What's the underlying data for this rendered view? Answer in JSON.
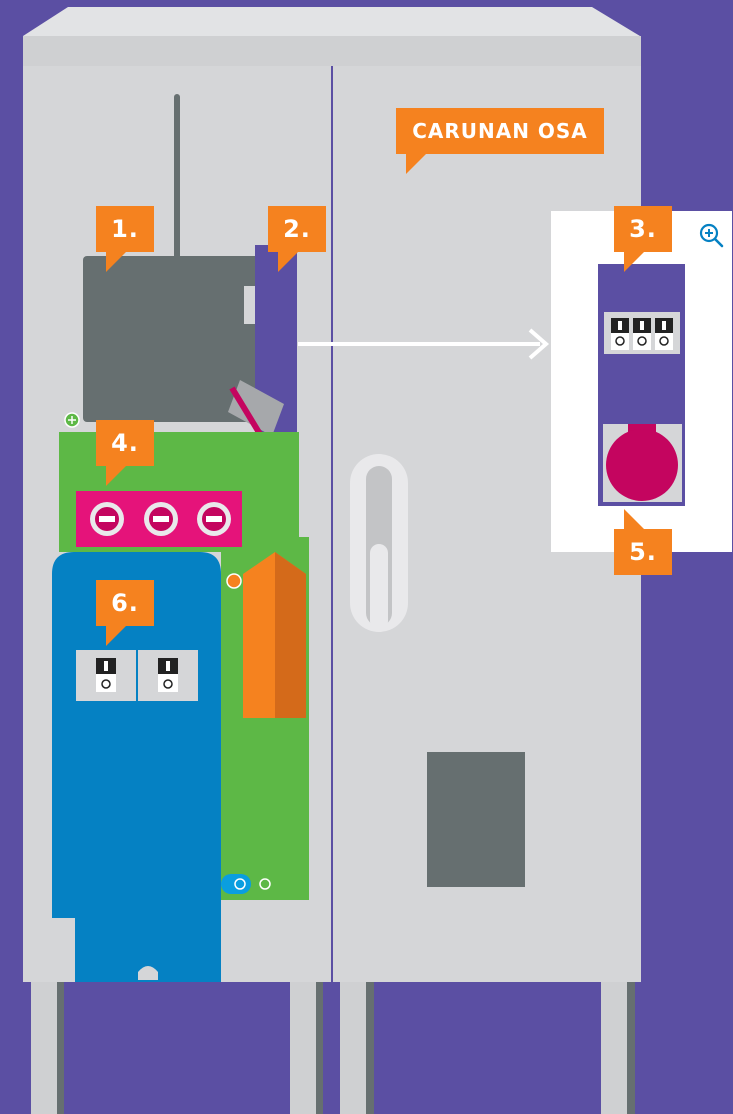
{
  "labels": {
    "title": "CARUNAN OSA",
    "n1": "1.",
    "n2": "2.",
    "n3": "3.",
    "n4": "4.",
    "n5": "5.",
    "n6": "6."
  },
  "controls": {
    "zoom_icon": "zoom-in-icon"
  },
  "colors": {
    "background": "#5b4fa3",
    "cabinet": "#d5d6d8",
    "accent_orange": "#f5821f",
    "green_panel": "#5db846",
    "blue_panel": "#0581c3",
    "magenta": "#c4055f",
    "gray_box": "#666f70"
  }
}
